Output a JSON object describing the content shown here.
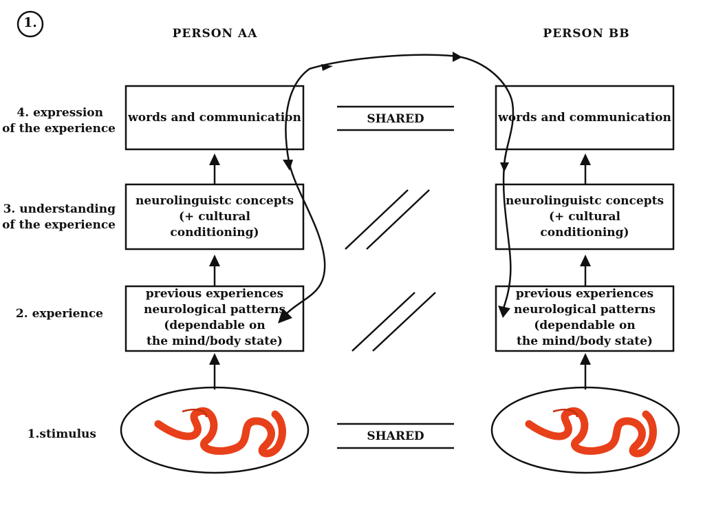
{
  "figure_number": "1.",
  "person_a": {
    "title": "PERSON AA"
  },
  "person_b": {
    "title": "PERSON BB"
  },
  "levels": {
    "expression": {
      "line1": "4. expression",
      "line2": "of the experience"
    },
    "understanding": {
      "line1": "3. understanding",
      "line2": "of the experience"
    },
    "experience": {
      "line1": "2. experience"
    },
    "stimulus": {
      "line1": "1.stimulus"
    }
  },
  "boxes": {
    "words": "words and communication",
    "concepts": {
      "line1": "neurolinguistc concepts",
      "line2": "(+ cultural",
      "line3": "conditioning)"
    },
    "experiences": {
      "line1": "previous experiences",
      "line2": "neurological patterns",
      "line3": "(dependable on",
      "line4": "the mind/body state)"
    }
  },
  "middle": {
    "shared_top": "SHARED",
    "shared_bottom": "SHARED"
  },
  "colors": {
    "stroke": "#111111",
    "worm": "#e8401a",
    "worm_outline": "#c2300f"
  },
  "icons": {
    "stimulus": "worm-icon"
  }
}
